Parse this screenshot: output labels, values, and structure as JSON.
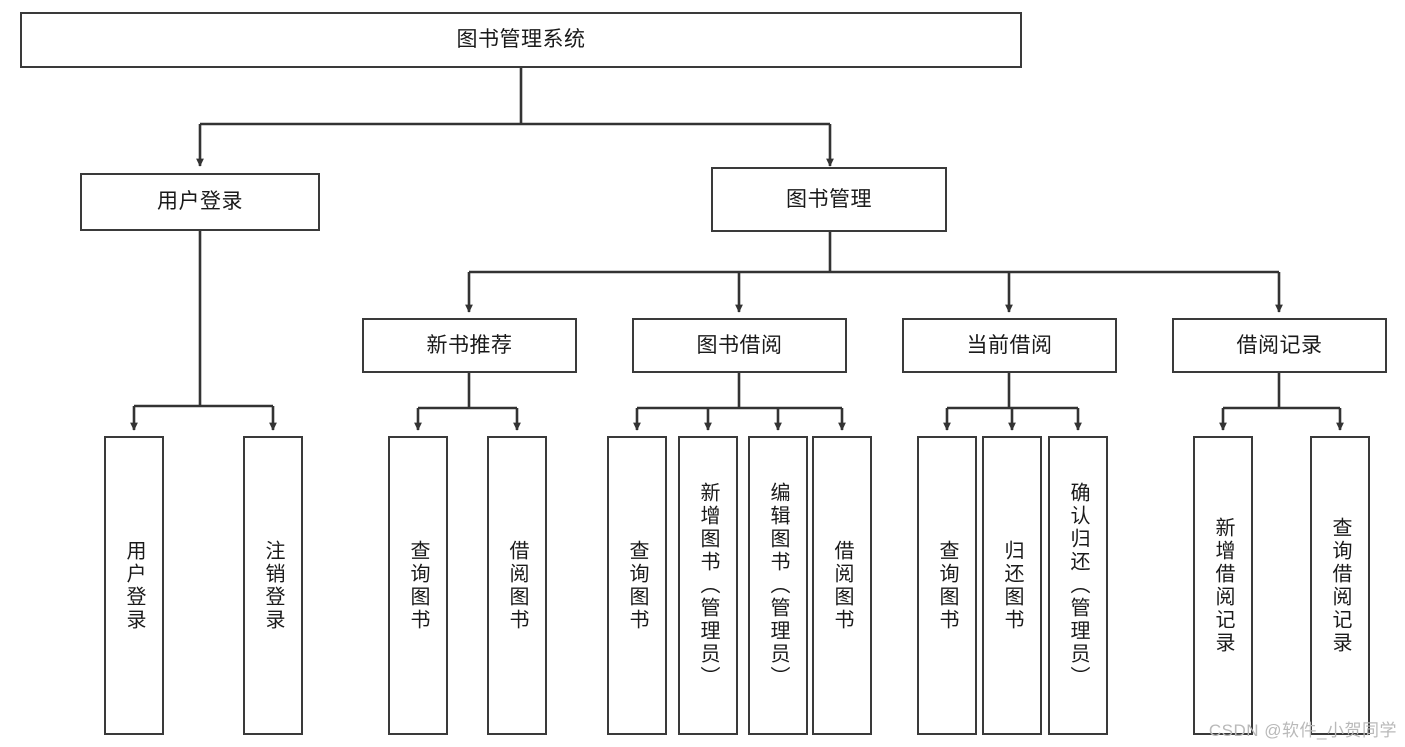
{
  "diagram": {
    "title_node": {
      "label": "图书管理系统"
    },
    "level2": [
      {
        "id": "user-login",
        "label": "用户登录"
      },
      {
        "id": "book-manage",
        "label": "图书管理"
      }
    ],
    "level3": [
      {
        "id": "new-book-recommend",
        "label": "新书推荐"
      },
      {
        "id": "book-borrow",
        "label": "图书借阅"
      },
      {
        "id": "current-borrow",
        "label": "当前借阅"
      },
      {
        "id": "borrow-record",
        "label": "借阅记录"
      }
    ],
    "leaves": [
      {
        "id": "leaf-user-login",
        "label": "用户登录",
        "parent": "user-login"
      },
      {
        "id": "leaf-user-logout",
        "label": "注销登录",
        "parent": "user-login"
      },
      {
        "id": "leaf-query-book-1",
        "label": "查询图书",
        "parent": "new-book-recommend"
      },
      {
        "id": "leaf-borrow-book-1",
        "label": "借阅图书",
        "parent": "new-book-recommend"
      },
      {
        "id": "leaf-query-book-2",
        "label": "查询图书",
        "parent": "book-borrow"
      },
      {
        "id": "leaf-add-book",
        "label": "新增图书（管理员）",
        "parent": "book-borrow"
      },
      {
        "id": "leaf-edit-book",
        "label": "编辑图书（管理员）",
        "parent": "book-borrow"
      },
      {
        "id": "leaf-borrow-book-2",
        "label": "借阅图书",
        "parent": "book-borrow"
      },
      {
        "id": "leaf-query-book-3",
        "label": "查询图书",
        "parent": "current-borrow"
      },
      {
        "id": "leaf-return-book",
        "label": "归还图书",
        "parent": "current-borrow"
      },
      {
        "id": "leaf-confirm-return",
        "label": "确认归还（管理员）",
        "parent": "current-borrow"
      },
      {
        "id": "leaf-add-record",
        "label": "新增借阅记录",
        "parent": "borrow-record"
      },
      {
        "id": "leaf-query-record",
        "label": "查询借阅记录",
        "parent": "borrow-record"
      }
    ],
    "colors": {
      "node_border": "#3a3a3a",
      "node_fill": "#ffffff",
      "edge": "#333333",
      "text": "#1a1a1a",
      "watermark": "#b9b9b9",
      "background": "#ffffff"
    }
  },
  "watermark": {
    "text": "CSDN @软件_小贺同学"
  }
}
